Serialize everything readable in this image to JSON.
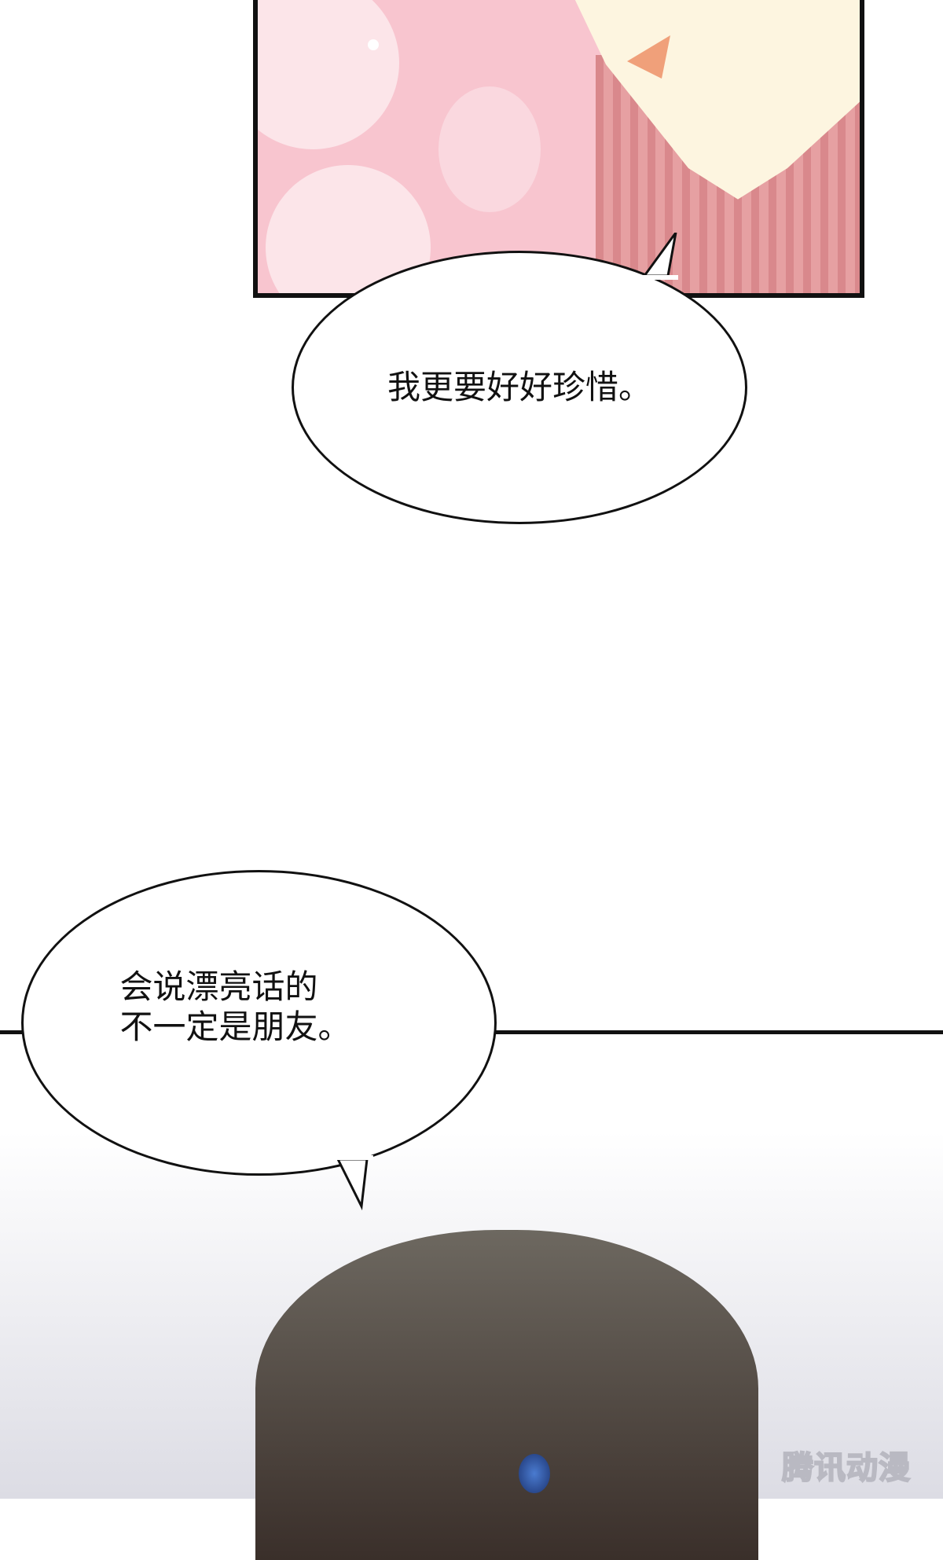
{
  "panel_top": {
    "description": "pink bokeh background with character's chin and pink hair"
  },
  "bubbles": [
    {
      "text": "我更要好好珍惜。"
    },
    {
      "text": "会说漂亮话的\n不一定是朋友。"
    }
  ],
  "panel_bottom": {
    "description": "top of dark-haired character's head with blue eye"
  },
  "watermark": {
    "text": "腾讯动漫"
  },
  "colors": {
    "panel_pink": "#f8c5cf",
    "skin": "#fdf5e0",
    "hair_pink": "#d9888c",
    "hair_dark": "#4a4038",
    "eye_blue": "#3a62b0"
  }
}
